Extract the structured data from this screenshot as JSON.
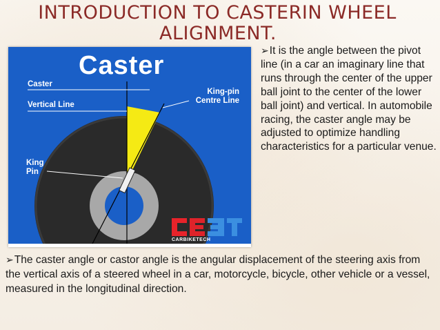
{
  "slide": {
    "title_line1": "INTRODUCTION TO CASTERIN  WHEEL",
    "title_line2": "ALIGNMENT.",
    "bullet_glyph": "➢",
    "side_text": "It is the angle between the pivot line (in a car an imaginary line that runs through the center of the upper ball joint to the center of the lower ball joint) and vertical. In automobile racing, the caster angle may be adjusted to optimize handling characteristics for a particular venue.",
    "bottom_text": "The caster angle or castor angle is the angular displacement of the steering axis from the vertical axis of a steered wheel in a car, motorcycle, bicycle, other vehicle or a vessel, measured in the longitudinal direction."
  },
  "figure": {
    "title": "Caster",
    "label_caster": "Caster",
    "label_vertical": "Vertical Line",
    "label_kingpin_centre_1": "King-pin",
    "label_kingpin_centre_2": "Centre Line",
    "label_king_1": "King",
    "label_king_2": "Pin",
    "logo_text": "CARBIKETECH",
    "colors": {
      "background": "#1a5fc7",
      "tire": "#2b2b2b",
      "rim": "#a9a9a9",
      "wedge": "#f5ea14",
      "title": "#8b2a27"
    }
  }
}
